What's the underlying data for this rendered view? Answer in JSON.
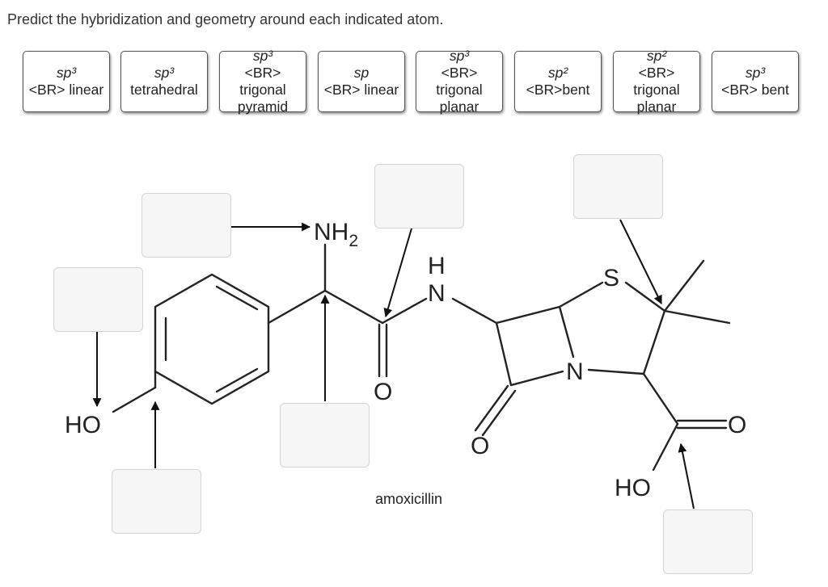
{
  "prompt": "Predict the hybridization and geometry around each indicated atom.",
  "choices": [
    {
      "hyb": "sp³",
      "geo": "<BR> linear"
    },
    {
      "hyb": "sp³",
      "geo": "tetrahedral"
    },
    {
      "hyb": "sp³",
      "geo": "<BR> trigonal pyramid"
    },
    {
      "hyb": "sp",
      "geo": "<BR> linear"
    },
    {
      "hyb": "sp³",
      "geo": "<BR> trigonal planar"
    },
    {
      "hyb": "sp²",
      "geo": "<BR>bent"
    },
    {
      "hyb": "sp²",
      "geo": "<BR> trigonal planar"
    },
    {
      "hyb": "sp³",
      "geo": "<BR> bent"
    }
  ],
  "molecule": {
    "name": "amoxicillin",
    "atoms": {
      "nh2_n": "NH",
      "nh2_sub": "2",
      "ho_phenol": "HO",
      "o_amide": "O",
      "amide_h": "H",
      "amide_n": "N",
      "s": "S",
      "ring_n": "N",
      "o_lactam": "O",
      "o_acid": "O",
      "ho_acid": "HO"
    }
  }
}
